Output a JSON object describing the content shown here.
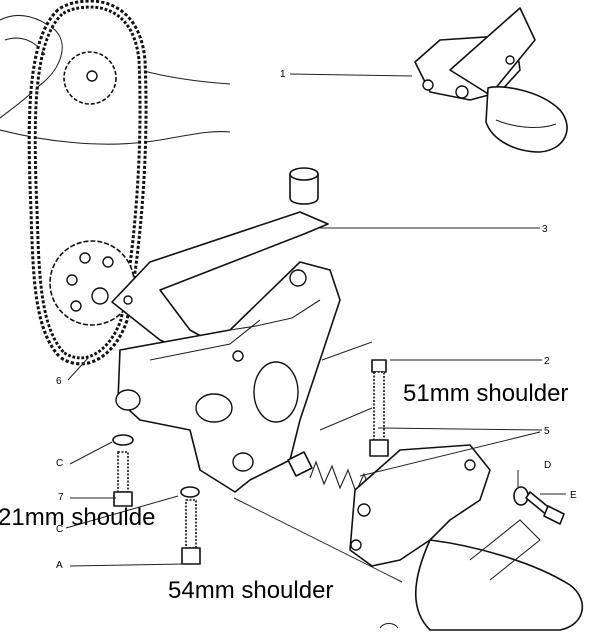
{
  "callouts": {
    "one": "1",
    "two": "2",
    "three": "3",
    "five": "5",
    "six": "6",
    "seven": "7",
    "a": "A",
    "c_top": "C",
    "c_low": "C",
    "d": "D",
    "e": "E"
  },
  "annotations": {
    "shoulder_51": "51mm shoulder",
    "shoulder_21": "21mm shoulde",
    "shoulder_54": "54mm shoulder"
  },
  "colors": {
    "ink": "#111111",
    "paper": "#ffffff"
  }
}
